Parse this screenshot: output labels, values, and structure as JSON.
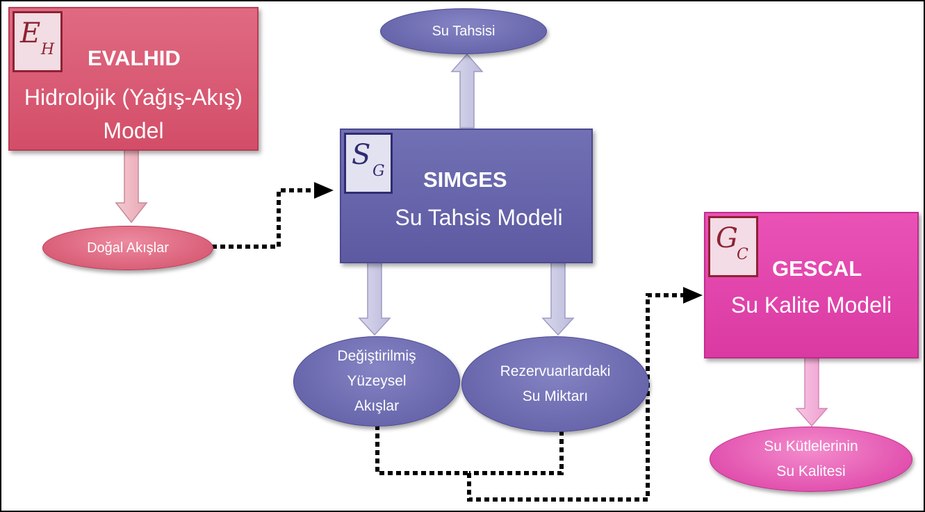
{
  "evalhid": {
    "logo_main": "E",
    "logo_sub": "H",
    "title": "EVALHID",
    "line1": "Hidrolojik (Yağış-Akış)",
    "line2": "Model",
    "color": "#d95470"
  },
  "simges": {
    "logo_main": "S",
    "logo_sub": "G",
    "title": "SIMGES",
    "line1": "Su Tahsis Modeli",
    "color": "#6461a8"
  },
  "gescal": {
    "logo_main": "G",
    "logo_sub": "C",
    "title": "GESCAL",
    "line1": "Su Kalite Modeli",
    "color": "#e040a8"
  },
  "outputs": {
    "su_tahsisi": "Su Tahsisi",
    "dogal_akislar": "Doğal Akışlar",
    "degistirilmis_1": "Değiştirilmiş",
    "degistirilmis_2": "Yüzeysel",
    "degistirilmis_3": "Akışlar",
    "rezervuar_1": "Rezervuarlardaki",
    "rezervuar_2": "Su Miktarı",
    "kalite_1": "Su Kütlelerinin",
    "kalite_2": "Su Kalitesi"
  }
}
